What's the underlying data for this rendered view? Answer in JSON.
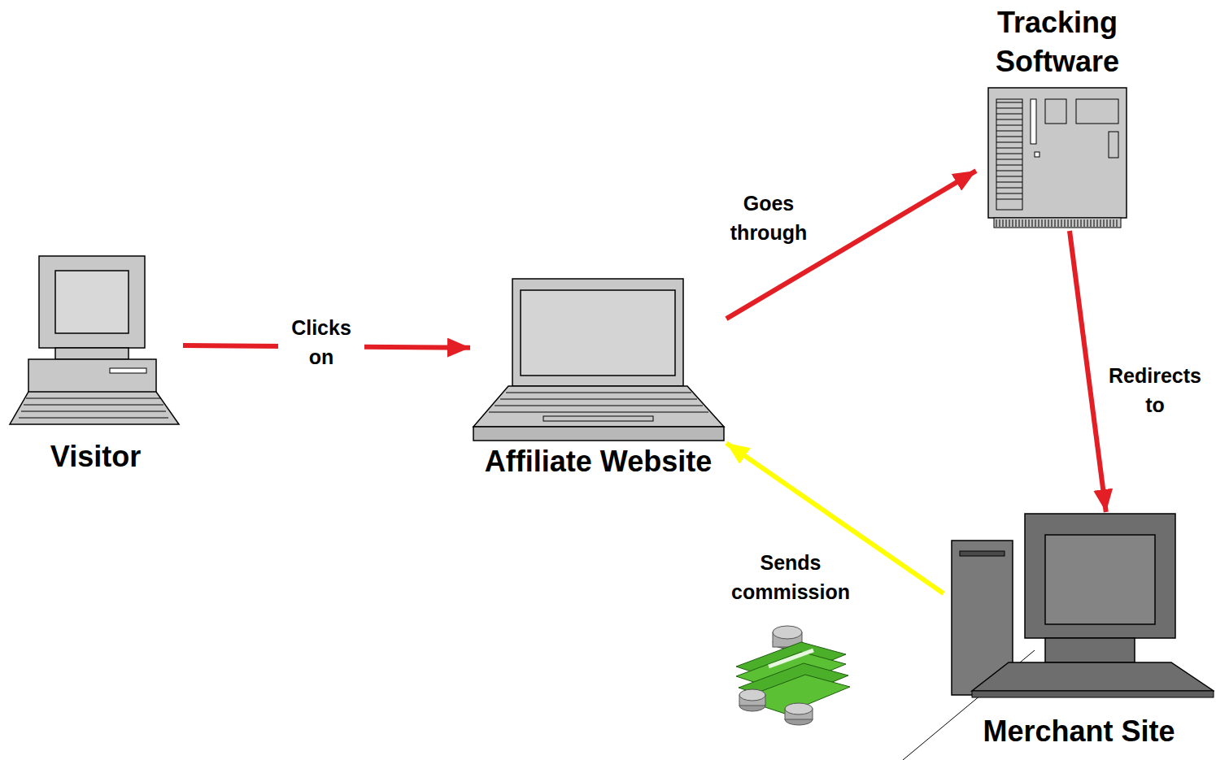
{
  "diagram": {
    "nodes": [
      {
        "text": [
          "Visitor"
        ]
      },
      {
        "text": [
          "Affiliate Website"
        ]
      },
      {
        "text": [
          "Tracking Software"
        ]
      },
      {
        "text": [
          "Merchant Site"
        ]
      }
    ],
    "edges": [
      {
        "from": 0,
        "to": 1,
        "arrow": "to",
        "label": "Clicks on"
      },
      {
        "from": 1,
        "to": 2,
        "arrow": "to",
        "label": "Goes through"
      },
      {
        "from": 2,
        "to": 3,
        "arrow": "to",
        "label": "Redirects to"
      },
      {
        "from": 3,
        "to": 1,
        "arrow": "to",
        "label": "Sends commission"
      }
    ]
  }
}
